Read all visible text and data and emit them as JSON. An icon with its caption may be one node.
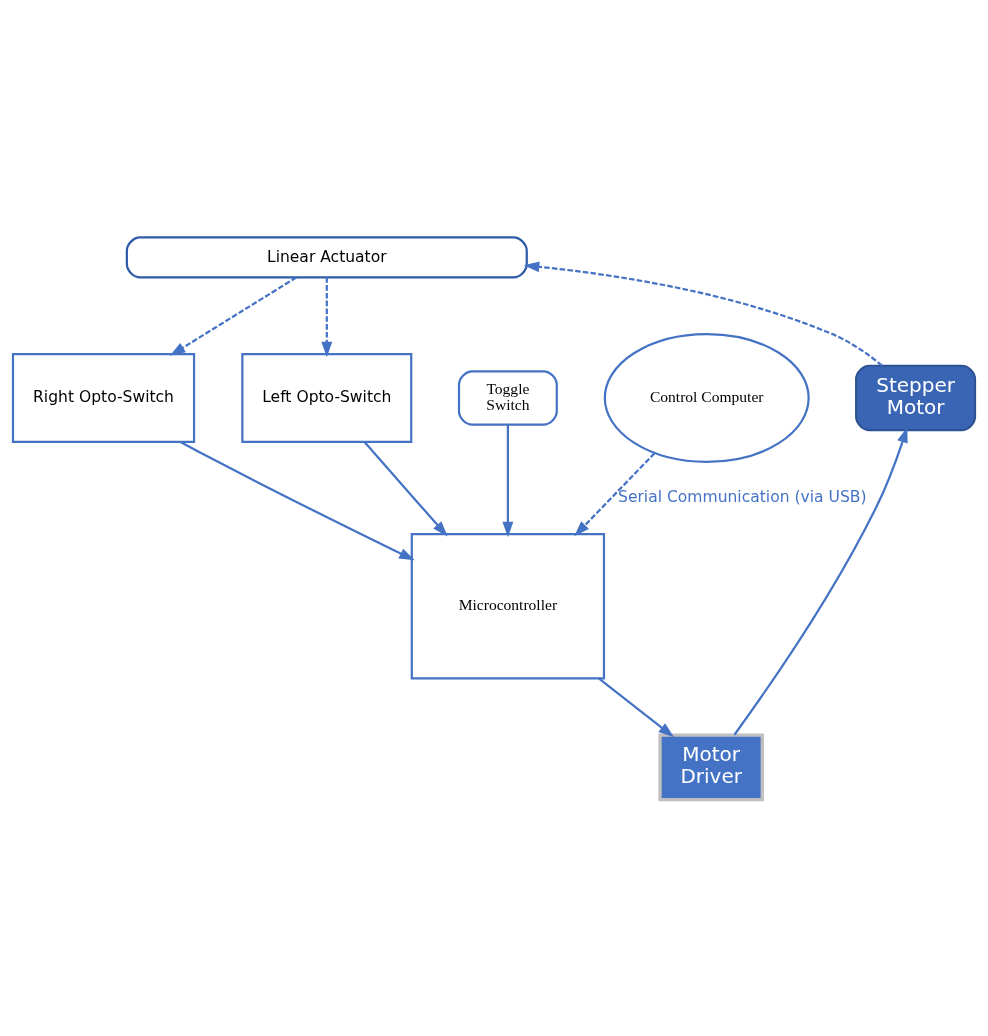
{
  "diagram": {
    "nodes": [
      {
        "text": [
          "Linear Actuator"
        ]
      },
      {
        "text": [
          "Left Opto-Switch"
        ]
      },
      {
        "text": [
          "Stepper Motor"
        ]
      },
      {
        "text": [
          "Right Opto-Switch"
        ]
      },
      {
        "text": [
          "Motor Driver"
        ]
      },
      {
        "text": [
          "Microcontroller"
        ]
      },
      {
        "text": [
          "Toggle Switch"
        ]
      },
      {
        "text": [
          "Control Computer"
        ]
      }
    ],
    "edges": [
      {
        "from": 0,
        "to": 1,
        "arrow": "to",
        "style": "dashed"
      },
      {
        "from": 0,
        "to": 3,
        "arrow": "to",
        "style": "dashed"
      },
      {
        "from": 2,
        "to": 0,
        "arrow": "to",
        "style": "dashed"
      },
      {
        "from": 4,
        "to": 2,
        "arrow": "to"
      },
      {
        "from": 5,
        "to": 4,
        "arrow": "to"
      },
      {
        "from": 1,
        "to": 5,
        "arrow": "to"
      },
      {
        "from": 3,
        "to": 5,
        "arrow": "to"
      },
      {
        "from": 6,
        "to": 5,
        "arrow": "to"
      },
      {
        "from": 7,
        "to": 5,
        "arrow": "to",
        "style": "dashed",
        "label": "Serial Communication (via USB)"
      }
    ]
  }
}
